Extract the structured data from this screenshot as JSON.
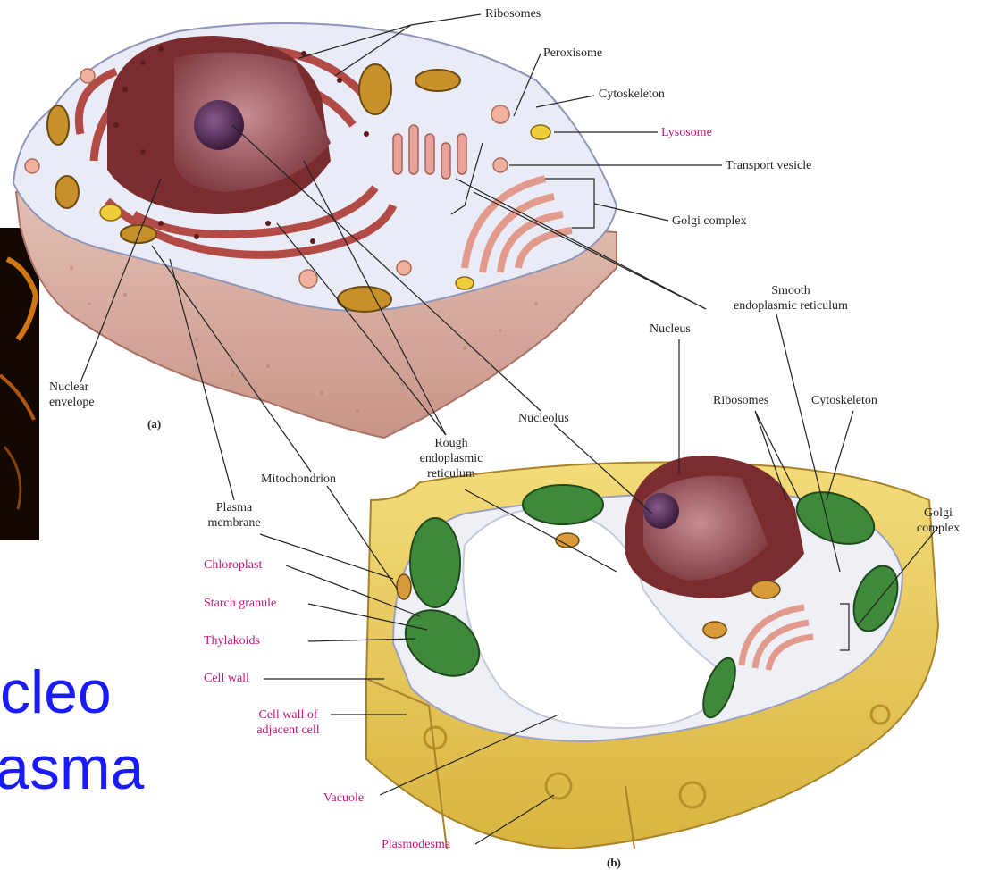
{
  "labels": {
    "ribosomes_a": "Ribosomes",
    "peroxisome": "Peroxisome",
    "cytoskeleton_a": "Cytoskeleton",
    "lysosome": "Lysosome",
    "transport_vesicle": "Transport vesicle",
    "golgi_a": "Golgi complex",
    "smooth_er_1": "Smooth",
    "smooth_er_2": "endoplasmic reticulum",
    "nucleus": "Nucleus",
    "nuclear_env_1": "Nuclear",
    "nuclear_env_2": "envelope",
    "panel_a": "(a)",
    "nucleolus": "Nucleolus",
    "rough_er_1": "Rough",
    "rough_er_2": "endoplasmic",
    "rough_er_3": "reticulum",
    "mitochondrion": "Mitochondrion",
    "plasma_mem_1": "Plasma",
    "plasma_mem_2": "membrane",
    "ribosomes_b": "Ribosomes",
    "cytoskeleton_b": "Cytoskeleton",
    "golgi_b_1": "Golgi",
    "golgi_b_2": "complex",
    "chloroplast": "Chloroplast",
    "starch": "Starch granule",
    "thylakoids": "Thylakoids",
    "cell_wall": "Cell wall",
    "cell_wall_adj_1": "Cell wall of",
    "cell_wall_adj_2": "adjacent cell",
    "vacuole": "Vacuole",
    "plasmodesma": "Plasmodesma",
    "panel_b": "(b)"
  },
  "overlay_text": {
    "line1": "cleo",
    "line2": "asma"
  },
  "colors": {
    "overlay_text": "#1a1aff",
    "pink_label": "#c2187a"
  }
}
